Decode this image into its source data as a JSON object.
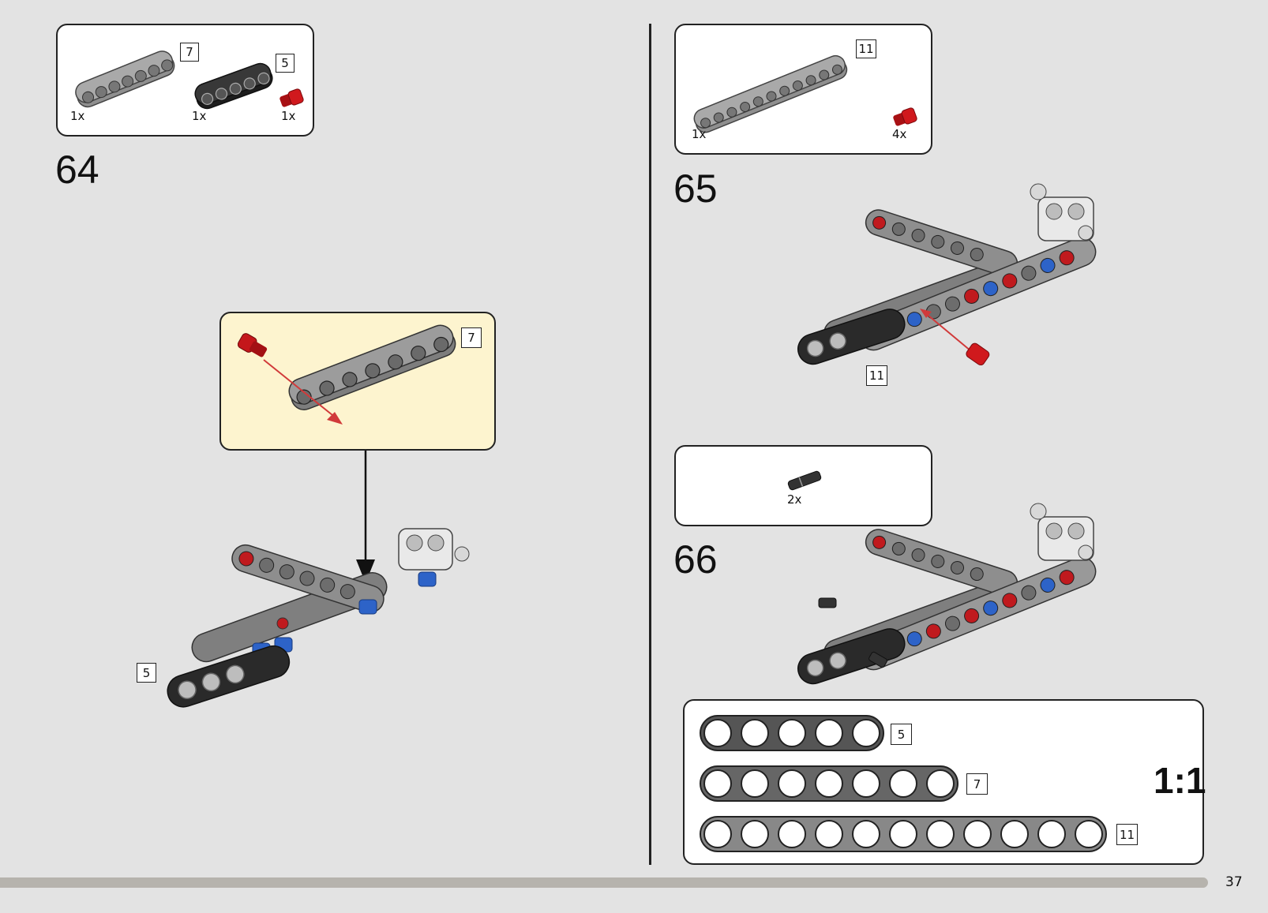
{
  "page": {
    "number": "37",
    "scale_label": "1:1"
  },
  "steps": [
    {
      "number": "64",
      "parts": [
        {
          "qty": "1x",
          "length_label": "7",
          "part": "gray-beam-7"
        },
        {
          "qty": "1x",
          "length_label": "5",
          "part": "black-beam-5"
        },
        {
          "qty": "1x",
          "part": "red-pin"
        }
      ],
      "callout_length_label": "7",
      "assembly_length_label": "5"
    },
    {
      "number": "65",
      "parts": [
        {
          "qty": "1x",
          "length_label": "11",
          "part": "gray-beam-11"
        },
        {
          "qty": "4x",
          "part": "red-pin"
        }
      ],
      "assembly_length_label": "11"
    },
    {
      "number": "66",
      "parts": [
        {
          "qty": "2x",
          "part": "black-axle-pin"
        }
      ]
    }
  ],
  "ruler": [
    {
      "label": "5",
      "holes": 5
    },
    {
      "label": "7",
      "holes": 7
    },
    {
      "label": "11",
      "holes": 11
    }
  ],
  "colors": {
    "red_pin": "#d0191d",
    "blue_pin": "#2d63c8",
    "gray_beam": "#8f8f8f",
    "black_beam": "#2c2c2c",
    "callout_bg": "#fdf4cf"
  }
}
